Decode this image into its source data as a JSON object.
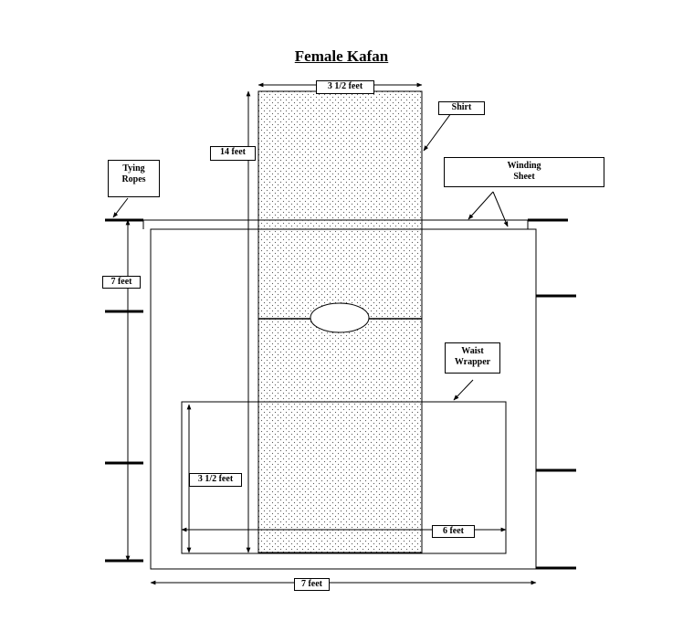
{
  "title": "Female Kafan",
  "labels": {
    "shirt_width": "3 1/2 feet",
    "shirt": "Shirt",
    "shirt_length": "14 feet",
    "tying_ropes_1": "Tying",
    "tying_ropes_2": "Ropes",
    "winding_sheet_1": "Winding",
    "winding_sheet_2": "Sheet",
    "sheet_height": "7 feet",
    "waist_wrapper_1": "Waist",
    "waist_wrapper_2": "Wrapper",
    "waist_height": "3 1/2 feet",
    "waist_width": "6 feet",
    "sheet_width": "7 feet"
  },
  "colors": {
    "line": "#000000",
    "background": "#ffffff",
    "fabric_dots": "#555555"
  }
}
